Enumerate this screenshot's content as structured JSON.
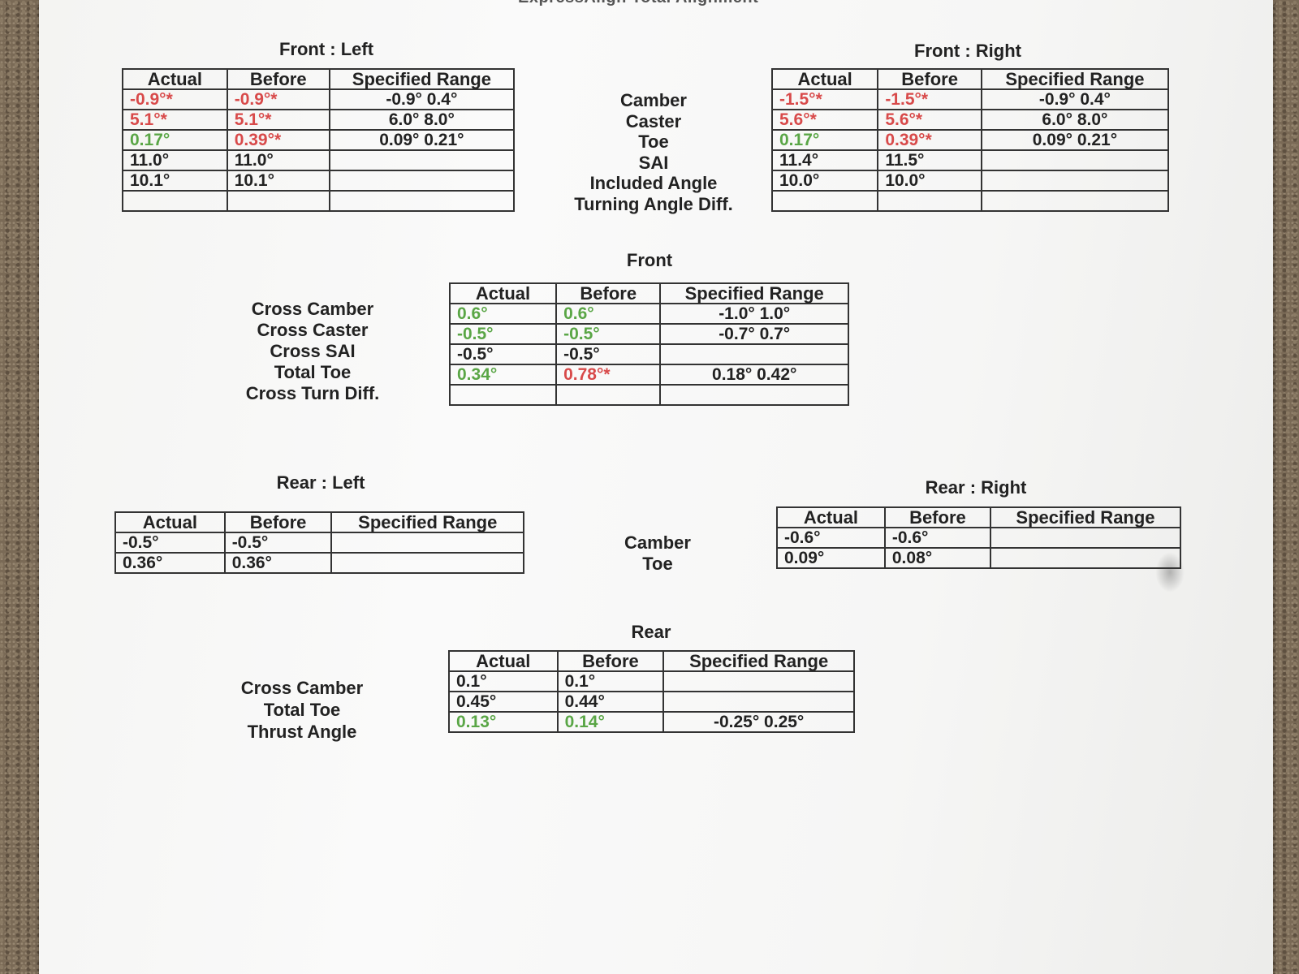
{
  "document": {
    "title": "ExpressAlign Total Alignment"
  },
  "columns": {
    "actual": "Actual",
    "before": "Before",
    "range": "Specified Range"
  },
  "front_side_labels": [
    "Camber",
    "Caster",
    "Toe",
    "SAI",
    "Included Angle",
    "Turning Angle Diff."
  ],
  "front_left": {
    "caption": "Front : Left",
    "rows": [
      {
        "actual": "-0.9°*",
        "actual_status": "red",
        "before": "-0.9°*",
        "before_status": "red",
        "range": "-0.9° 0.4°"
      },
      {
        "actual": "5.1°*",
        "actual_status": "red",
        "before": "5.1°*",
        "before_status": "red",
        "range": "6.0° 8.0°"
      },
      {
        "actual": "0.17°",
        "actual_status": "green",
        "before": "0.39°*",
        "before_status": "red",
        "range": "0.09° 0.21°"
      },
      {
        "actual": "11.0°",
        "actual_status": "black",
        "before": "11.0°",
        "before_status": "black",
        "range": ""
      },
      {
        "actual": "10.1°",
        "actual_status": "black",
        "before": "10.1°",
        "before_status": "black",
        "range": ""
      },
      {
        "actual": "",
        "actual_status": "black",
        "before": "",
        "before_status": "black",
        "range": ""
      }
    ]
  },
  "front_right": {
    "caption": "Front : Right",
    "rows": [
      {
        "actual": "-1.5°*",
        "actual_status": "red",
        "before": "-1.5°*",
        "before_status": "red",
        "range": "-0.9° 0.4°"
      },
      {
        "actual": "5.6°*",
        "actual_status": "red",
        "before": "5.6°*",
        "before_status": "red",
        "range": "6.0° 8.0°"
      },
      {
        "actual": "0.17°",
        "actual_status": "green",
        "before": "0.39°*",
        "before_status": "red",
        "range": "0.09° 0.21°"
      },
      {
        "actual": "11.4°",
        "actual_status": "black",
        "before": "11.5°",
        "before_status": "black",
        "range": ""
      },
      {
        "actual": "10.0°",
        "actual_status": "black",
        "before": "10.0°",
        "before_status": "black",
        "range": ""
      },
      {
        "actual": "",
        "actual_status": "black",
        "before": "",
        "before_status": "black",
        "range": ""
      }
    ]
  },
  "front_cross": {
    "caption": "Front",
    "labels": [
      "Cross Camber",
      "Cross Caster",
      "Cross SAI",
      "Total Toe",
      "Cross Turn Diff."
    ],
    "rows": [
      {
        "actual": "0.6°",
        "actual_status": "green",
        "before": "0.6°",
        "before_status": "green",
        "range": "-1.0° 1.0°"
      },
      {
        "actual": "-0.5°",
        "actual_status": "green",
        "before": "-0.5°",
        "before_status": "green",
        "range": "-0.7° 0.7°"
      },
      {
        "actual": "-0.5°",
        "actual_status": "black",
        "before": "-0.5°",
        "before_status": "black",
        "range": ""
      },
      {
        "actual": "0.34°",
        "actual_status": "green",
        "before": "0.78°*",
        "before_status": "red",
        "range": "0.18° 0.42°"
      },
      {
        "actual": "",
        "actual_status": "black",
        "before": "",
        "before_status": "black",
        "range": ""
      }
    ]
  },
  "rear_side_labels": [
    "Camber",
    "Toe"
  ],
  "rear_left": {
    "caption": "Rear : Left",
    "rows": [
      {
        "actual": "-0.5°",
        "actual_status": "black",
        "before": "-0.5°",
        "before_status": "black",
        "range": ""
      },
      {
        "actual": "0.36°",
        "actual_status": "black",
        "before": "0.36°",
        "before_status": "black",
        "range": ""
      }
    ]
  },
  "rear_right": {
    "caption": "Rear : Right",
    "rows": [
      {
        "actual": "-0.6°",
        "actual_status": "black",
        "before": "-0.6°",
        "before_status": "black",
        "range": ""
      },
      {
        "actual": "0.09°",
        "actual_status": "black",
        "before": "0.08°",
        "before_status": "black",
        "range": ""
      }
    ]
  },
  "rear_cross": {
    "caption": "Rear",
    "labels": [
      "Cross Camber",
      "Total Toe",
      "Thrust Angle"
    ],
    "rows": [
      {
        "actual": "0.1°",
        "actual_status": "black",
        "before": "0.1°",
        "before_status": "black",
        "range": ""
      },
      {
        "actual": "0.45°",
        "actual_status": "black",
        "before": "0.44°",
        "before_status": "black",
        "range": ""
      },
      {
        "actual": "0.13°",
        "actual_status": "green",
        "before": "0.14°",
        "before_status": "green",
        "range": "-0.25° 0.25°"
      }
    ]
  },
  "colors": {
    "red": "#d84a4a",
    "green": "#5aa646",
    "black": "#222222"
  }
}
